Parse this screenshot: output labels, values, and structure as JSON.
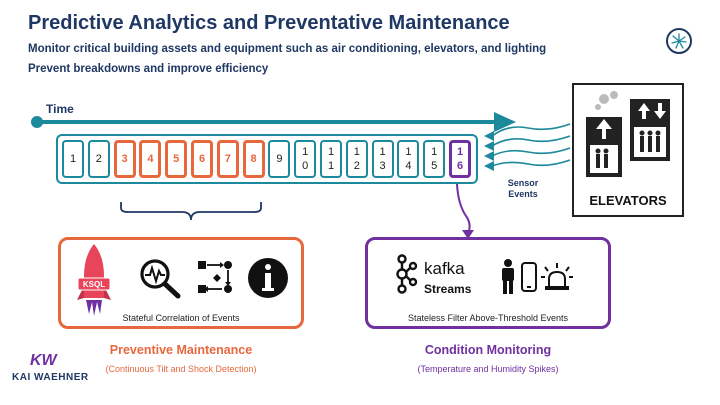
{
  "header": {
    "title": "Predictive Analytics and Preventative Maintenance",
    "subtitle_1": "Monitor critical building assets and equipment such as air conditioning, elevators, and lighting",
    "subtitle_2": "Prevent breakdowns and improve efficiency"
  },
  "timeline": {
    "label": "Time",
    "cells": [
      {
        "text": "1",
        "state": "normal"
      },
      {
        "text": "2",
        "state": "normal"
      },
      {
        "text": "3",
        "state": "hot"
      },
      {
        "text": "4",
        "state": "hot"
      },
      {
        "text": "5",
        "state": "hot"
      },
      {
        "text": "6",
        "state": "hot"
      },
      {
        "text": "7",
        "state": "hot"
      },
      {
        "text": "8",
        "state": "hot"
      },
      {
        "text": "9",
        "state": "normal"
      },
      {
        "text": "1\n0",
        "state": "normal"
      },
      {
        "text": "1\n1",
        "state": "normal"
      },
      {
        "text": "1\n2",
        "state": "normal"
      },
      {
        "text": "1\n3",
        "state": "normal"
      },
      {
        "text": "1\n4",
        "state": "normal"
      },
      {
        "text": "1\n5",
        "state": "normal"
      },
      {
        "text": "1\n6",
        "state": "current"
      }
    ]
  },
  "sensor": {
    "label_1": "Sensor",
    "label_2": "Events"
  },
  "elevators": {
    "label": "ELEVATORS"
  },
  "preventive": {
    "caption": "Stateful Correlation of Events",
    "icon_text": "KSQL",
    "title": "Preventive Maintenance",
    "subtitle": "(Continuous Tilt and Shock Detection)"
  },
  "condition": {
    "caption": "Stateless Filter Above-Threshold Events",
    "kafka": "kafka",
    "streams": "Streams",
    "title": "Condition Monitoring",
    "subtitle": "(Temperature and Humidity Spikes)"
  },
  "footer": {
    "brand": "KAI WAEHNER",
    "mark": "KW"
  },
  "colors": {
    "navy": "#1f3864",
    "teal": "#1c8a9c",
    "orange": "#e8683d",
    "purple": "#7030a0"
  }
}
